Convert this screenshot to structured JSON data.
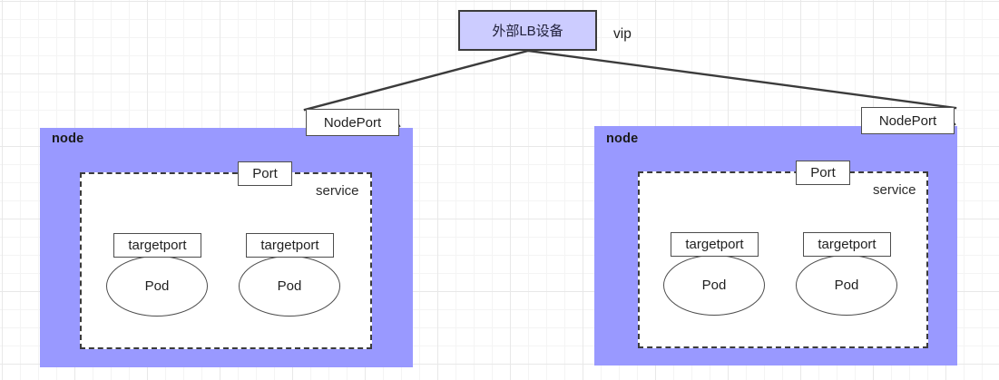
{
  "diagram": {
    "title_box": {
      "label": "外部LB设备",
      "fill": "#ccccff",
      "stroke": "#3b3b3b"
    },
    "vip_label": "vip",
    "colors": {
      "node_fill": "#9999ff",
      "lb_fill": "#ccccff",
      "stroke": "#4d4d4d",
      "grid": "#e8e8e8"
    },
    "nodes": [
      {
        "name": "node",
        "nodeport": "NodePort",
        "service": {
          "label": "service",
          "port": "Port"
        },
        "pods": [
          {
            "targetport": "targetport",
            "label": "Pod"
          },
          {
            "targetport": "targetport",
            "label": "Pod"
          }
        ]
      },
      {
        "name": "node",
        "nodeport": "NodePort",
        "service": {
          "label": "service",
          "port": "Port"
        },
        "pods": [
          {
            "targetport": "targetport",
            "label": "Pod"
          },
          {
            "targetport": "targetport",
            "label": "Pod"
          }
        ]
      }
    ]
  }
}
